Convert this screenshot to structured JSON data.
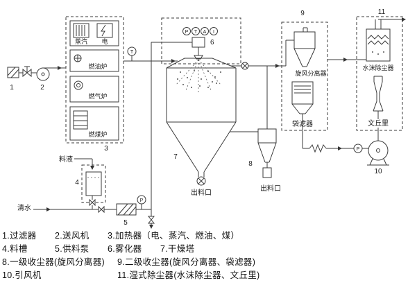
{
  "page": {
    "background": "#ffffff",
    "line_color": "#3a3a3a"
  },
  "diagram": {
    "intake": {
      "filter_num": "1",
      "blower_num": "2"
    },
    "heater": {
      "num": "3",
      "steam_label": "蒸汽",
      "electric_label": "电",
      "oil_label": "燃油炉",
      "gas_label": "燃气炉",
      "coal_label": "燃煤炉"
    },
    "feed": {
      "tank_num": "4",
      "pump_num": "5",
      "liquid_label": "料液",
      "water_label": "清水"
    },
    "tower": {
      "num": "7",
      "atomizer_num": "6",
      "gauge_p": "P",
      "gauge_t": "T",
      "gauge_a": "A",
      "gauge_i": "I",
      "temp_gauge": "T",
      "pump_gauge": "P",
      "discharge_label": "出料口"
    },
    "cyclone": {
      "num": "8",
      "discharge_label": "出料口"
    },
    "collector": {
      "num": "9",
      "cyclone_label": "旋风分离器",
      "bag_label": "袋滤器"
    },
    "wet": {
      "num": "11",
      "mist_label": "水沫除尘器",
      "venturi_label": "文丘里"
    },
    "fan": {
      "num": "10",
      "gauge": "P"
    }
  },
  "legend": {
    "row1": [
      "1.过滤器",
      "2.送风机",
      "3.加热器（电、蒸汽、燃油、煤）"
    ],
    "row2": [
      "4.料槽",
      "5.供料泵",
      "6.雾化器",
      "7.干燥塔"
    ],
    "row3": [
      "8.一级收尘器(旋风分离器)",
      "9.二级收尘器(旋风分离器、袋滤器)"
    ],
    "row4": [
      "10.引风机",
      "11.湿式除尘器(水沫除尘器、文丘里)"
    ]
  }
}
